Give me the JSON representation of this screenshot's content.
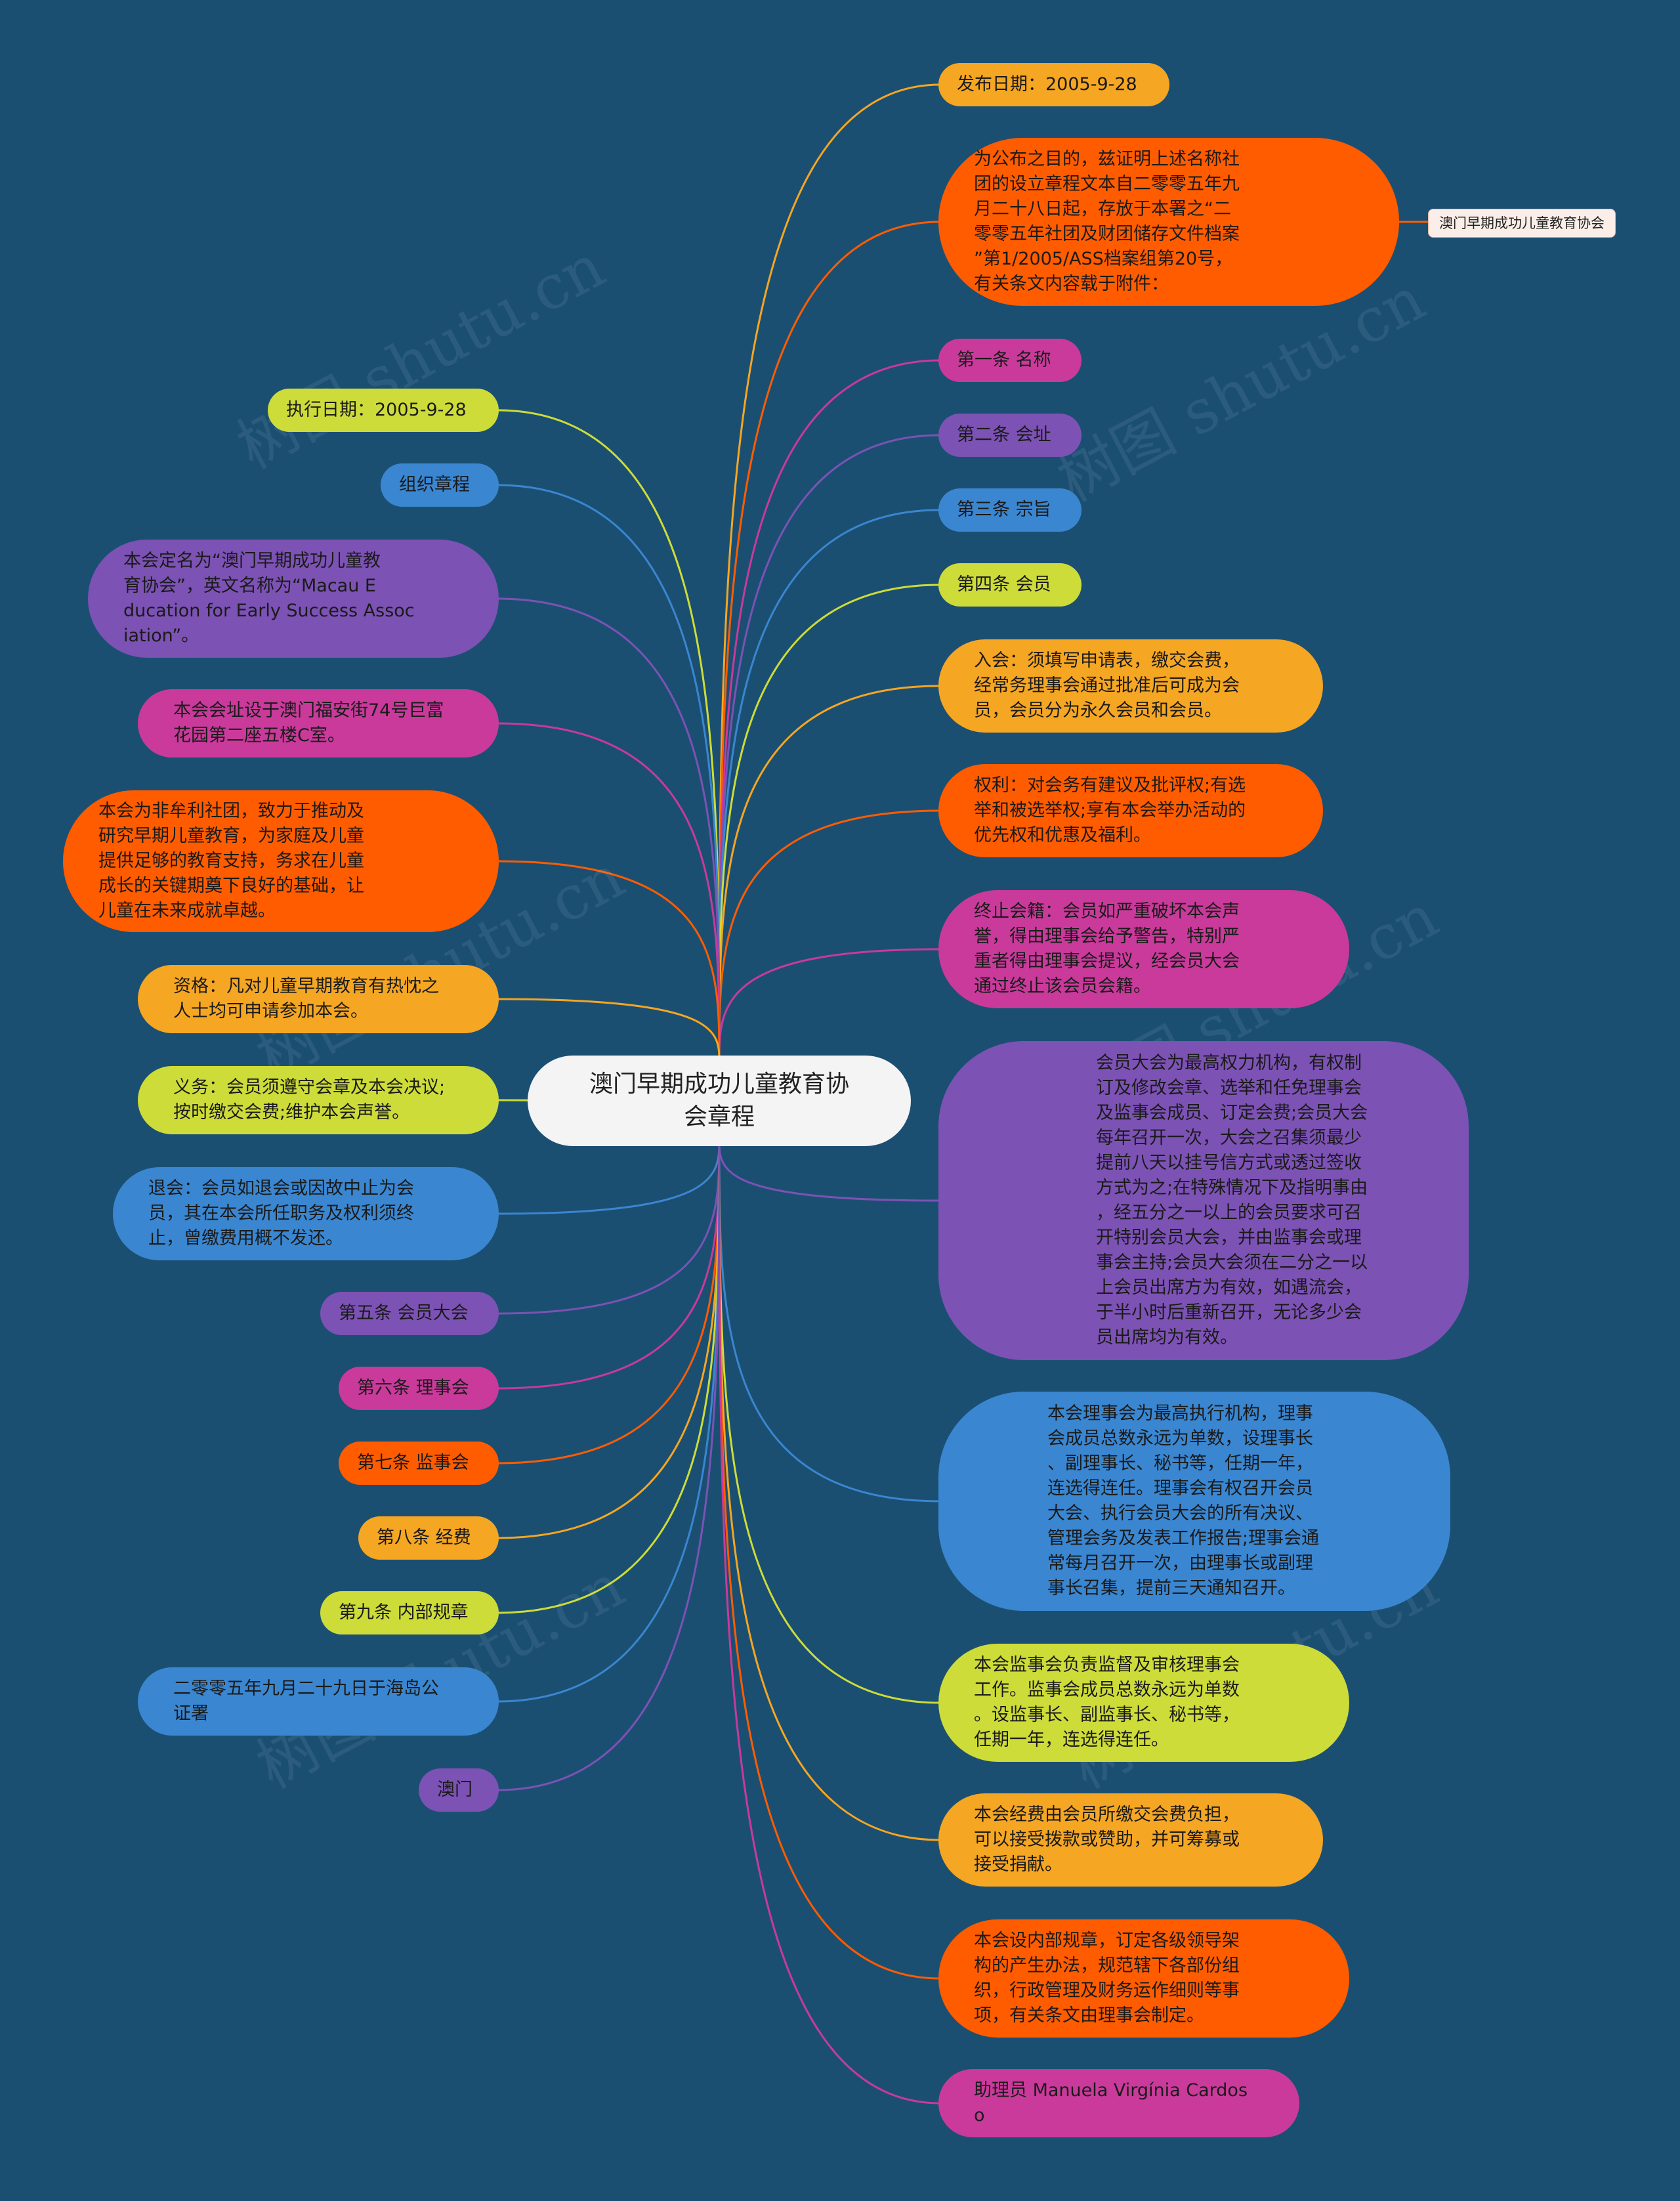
{
  "root": {
    "label": "澳门早期成功儿童教育协\n会章程"
  },
  "tag": {
    "label": "澳门早期成功儿童教育协会"
  },
  "colors": {
    "background": "#1b4f72",
    "orange": "#f5a623",
    "red_orange": "#ff5c00",
    "magenta": "#c93a9b",
    "purple": "#7c52b4",
    "blue": "#3a86d0",
    "lime": "#cddc39"
  },
  "right_nodes": [
    {
      "id": "r1",
      "label": "发布日期：2005-9-28",
      "color": "orange"
    },
    {
      "id": "r2",
      "label": "为公布之目的，兹证明上述名称社\n团的设立章程文本自二零零五年九\n月二十八日起，存放于本署之“二\n零零五年社团及财团储存文件档案\n”第1/2005/ASS档案组第20号，\n有关条文内容载于附件：",
      "color": "red_orange"
    },
    {
      "id": "r3",
      "label": "第一条 名称",
      "color": "magenta"
    },
    {
      "id": "r4",
      "label": "第二条 会址",
      "color": "purple"
    },
    {
      "id": "r5",
      "label": "第三条 宗旨",
      "color": "blue"
    },
    {
      "id": "r6",
      "label": "第四条 会员",
      "color": "lime"
    },
    {
      "id": "r7",
      "label": "入会：须填写申请表，缴交会费，\n经常务理事会通过批准后可成为会\n员，会员分为永久会员和会员。",
      "color": "orange"
    },
    {
      "id": "r8",
      "label": "权利：对会务有建议及批评权;有选\n举和被选举权;享有本会举办活动的\n优先权和优惠及福利。",
      "color": "red_orange"
    },
    {
      "id": "r9",
      "label": "终止会籍：会员如严重破坏本会声\n誉，得由理事会给予警告，特别严\n重者得由理事会提议，经会员大会\n通过终止该会员会籍。",
      "color": "magenta"
    },
    {
      "id": "r10",
      "label": "会员大会为最高权力机构，有权制\n订及修改会章、选举和任免理事会\n及监事会成员、订定会费;会员大会\n每年召开一次，大会之召集须最少\n提前八天以挂号信方式或透过签收\n方式为之;在特殊情况下及指明事由\n，经五分之一以上的会员要求可召\n开特别会员大会，并由监事会或理\n事会主持;会员大会须在二分之一以\n上会员出席方为有效，如遇流会，\n于半小时后重新召开，无论多少会\n员出席均为有效。",
      "color": "purple"
    },
    {
      "id": "r11",
      "label": "本会理事会为最高执行机构，理事\n会成员总数永远为单数，设理事长\n、副理事长、秘书等，任期一年，\n连选得连任。理事会有权召开会员\n大会、执行会员大会的所有决议、\n管理会务及发表工作报告;理事会通\n常每月召开一次，由理事长或副理\n事长召集，提前三天通知召开。",
      "color": "blue"
    },
    {
      "id": "r12",
      "label": "本会监事会负责监督及审核理事会\n工作。监事会成员总数永远为单数\n。设监事长、副监事长、秘书等，\n任期一年，连选得连任。",
      "color": "lime"
    },
    {
      "id": "r13",
      "label": "本会经费由会员所缴交会费负担，\n可以接受拨款或赞助，并可筹募或\n接受捐献。",
      "color": "orange"
    },
    {
      "id": "r14",
      "label": "本会设内部规章，订定各级领导架\n构的产生办法，规范辖下各部份组\n织，行政管理及财务运作细则等事\n项，有关条文由理事会制定。",
      "color": "red_orange"
    },
    {
      "id": "r15",
      "label": "助理员 Manuela Virgínia Cardos\no",
      "color": "magenta"
    }
  ],
  "left_nodes": [
    {
      "id": "l1",
      "label": "执行日期：2005-9-28",
      "color": "lime"
    },
    {
      "id": "l2",
      "label": "组织章程",
      "color": "blue"
    },
    {
      "id": "l3",
      "label": "本会定名为“澳门早期成功儿童教\n育协会”，英文名称为“Macau E\nducation for Early Success Assoc\niation”。",
      "color": "purple"
    },
    {
      "id": "l4",
      "label": "本会会址设于澳门福安街74号巨富\n花园第二座五楼C室。",
      "color": "magenta"
    },
    {
      "id": "l5",
      "label": "本会为非牟利社团，致力于推动及\n研究早期儿童教育，为家庭及儿童\n提供足够的教育支持，务求在儿童\n成长的关键期奠下良好的基础，让\n儿童在未来成就卓越。",
      "color": "red_orange"
    },
    {
      "id": "l6",
      "label": "资格：凡对儿童早期教育有热忱之\n人士均可申请参加本会。",
      "color": "orange"
    },
    {
      "id": "l7",
      "label": "义务：会员须遵守会章及本会决议;\n按时缴交会费;维护本会声誉。",
      "color": "lime"
    },
    {
      "id": "l8",
      "label": "退会：会员如退会或因故中止为会\n员，其在本会所任职务及权利须终\n止，曾缴费用概不发还。",
      "color": "blue"
    },
    {
      "id": "l9",
      "label": "第五条 会员大会",
      "color": "purple"
    },
    {
      "id": "l10",
      "label": "第六条 理事会",
      "color": "magenta"
    },
    {
      "id": "l11",
      "label": "第七条 监事会",
      "color": "red_orange"
    },
    {
      "id": "l12",
      "label": "第八条 经费",
      "color": "orange"
    },
    {
      "id": "l13",
      "label": "第九条 内部规章",
      "color": "lime"
    },
    {
      "id": "l14",
      "label": "二零零五年九月二十九日于海岛公\n证署",
      "color": "blue"
    },
    {
      "id": "l15",
      "label": "澳门",
      "color": "purple"
    }
  ]
}
